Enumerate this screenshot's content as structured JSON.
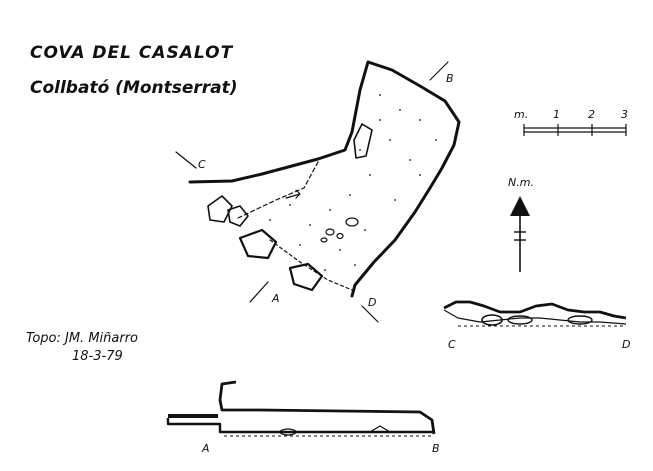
{
  "title": "COVA DEL CASALOT",
  "location": "Collbató (Montserrat)",
  "labels": {
    "a": "A",
    "b": "B",
    "c": "C",
    "d": "D"
  },
  "scale": {
    "unit": "m.",
    "ticks": [
      "1",
      "2",
      "3"
    ]
  },
  "north": "N.m.",
  "credit": {
    "topo": "Topo: JM. Miñarro",
    "date": "18-3-79"
  }
}
